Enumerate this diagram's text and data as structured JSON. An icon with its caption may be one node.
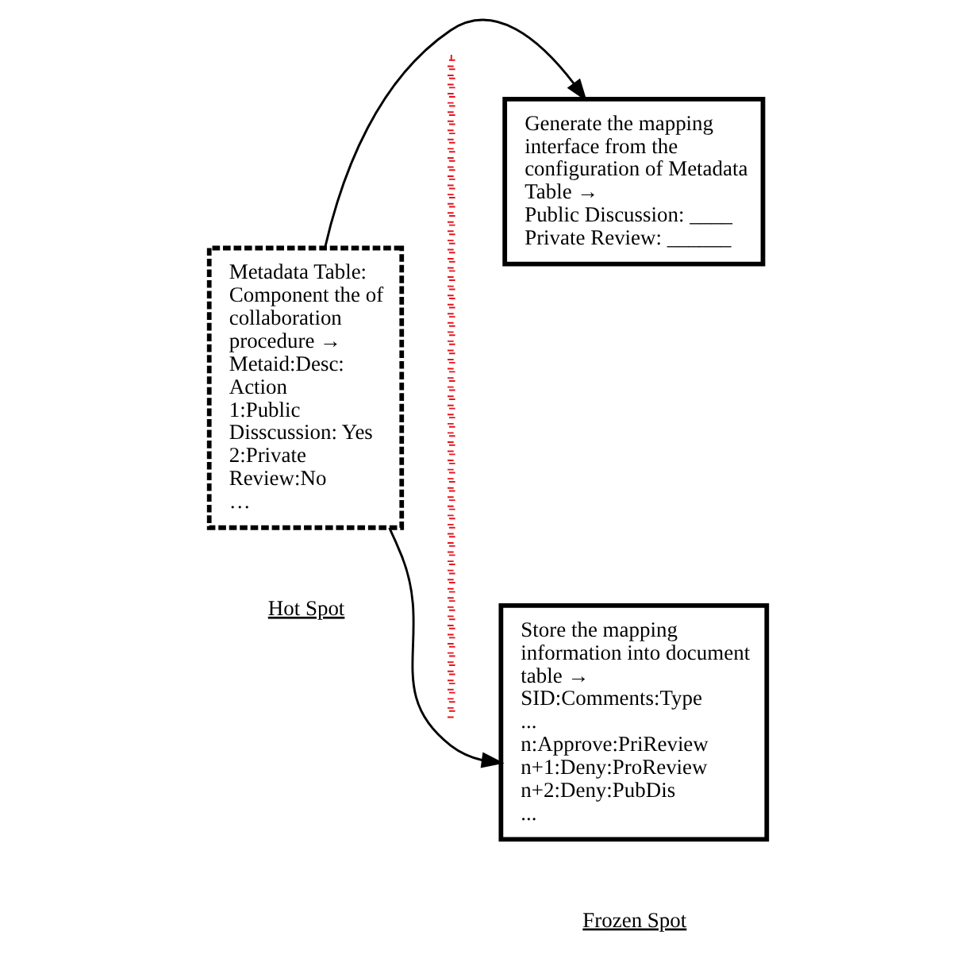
{
  "diagram": {
    "nodes": [
      {
        "text": [
          "Metadata Table: Component the of collaboration procedure →",
          "Metaid:Desc: Action",
          "1:Public Disscussion: Yes",
          "2:Private Review:No",
          "…"
        ]
      },
      {
        "text": [
          "Generate the mapping interface from the configuration of Metadata Table →",
          "Public Discussion: ____",
          "Private Review: ______"
        ]
      },
      {
        "text": [
          "Store the mapping information into document table →",
          "SID:Comments:Type",
          "...",
          "n:Approve:PriReview",
          "n+1:Deny:ProReview",
          "n+2:Deny:PubDis",
          "..."
        ]
      }
    ],
    "edges": [
      {
        "from": 0,
        "to": 1,
        "arrow": "to"
      },
      {
        "from": 0,
        "to": 2,
        "arrow": "to"
      }
    ],
    "labels": [
      "Hot Spot",
      "Frozen Spot"
    ]
  }
}
